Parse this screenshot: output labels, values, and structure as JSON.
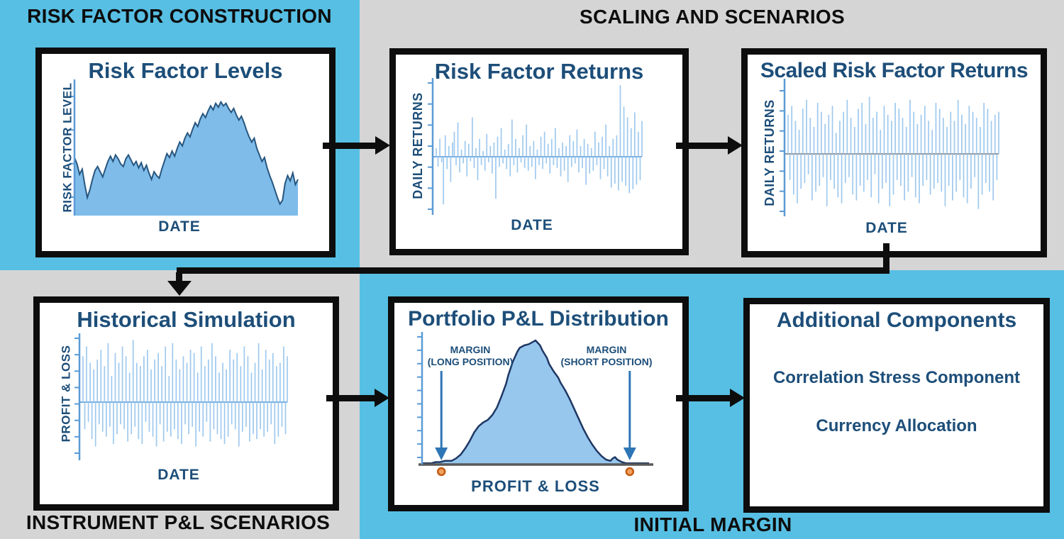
{
  "sections": {
    "top_left": "RISK FACTOR CONSTRUCTION",
    "top_right": "SCALING AND SCENARIOS",
    "bottom_left": "INSTRUMENT P&L SCENARIOS",
    "bottom_right": "INITIAL MARGIN"
  },
  "colors": {
    "background_cyan": "#57BFE3",
    "background_gray": "#D5D5D5",
    "panel_border": "#0D0D0D",
    "heading_text": "#0D0D0D",
    "panel_text_blue": "#1D4E79",
    "axis_blue": "#5B9BD5",
    "bar_blue": "#9FC9EE",
    "area_fill": "#7FBCEA",
    "area_stroke": "#27567F",
    "dist_fill": "#98C7EE",
    "dist_stroke": "#1F3864",
    "dist_xaxis_gray": "#595959",
    "margin_arrow_blue": "#2E75B6",
    "dot_orange_fill": "#F0A160",
    "dot_orange_ring": "#C55A11"
  },
  "panels": {
    "additional_components": {
      "title": "Additional Components",
      "items": [
        "Correlation Stress Component",
        "Currency Allocation"
      ]
    }
  },
  "chart_data": [
    {
      "id": "risk_factor_levels",
      "type": "area",
      "title": "Risk Factor Levels",
      "xlabel": "DATE",
      "ylabel": "RISK FACTOR LEVEL",
      "ylim": [
        0,
        100
      ],
      "grid": false,
      "values": [
        45,
        40,
        32,
        36,
        24,
        14,
        20,
        28,
        35,
        38,
        34,
        30,
        36,
        42,
        46,
        42,
        47,
        44,
        40,
        38,
        44,
        47,
        43,
        39,
        42,
        37,
        41,
        35,
        39,
        33,
        28,
        34,
        31,
        29,
        36,
        42,
        48,
        45,
        50,
        46,
        52,
        57,
        54,
        60,
        64,
        61,
        67,
        72,
        69,
        75,
        79,
        76,
        81,
        85,
        82,
        87,
        84,
        88,
        85,
        87,
        83,
        80,
        83,
        78,
        74,
        77,
        72,
        66,
        61,
        57,
        60,
        52,
        47,
        42,
        45,
        37,
        31,
        26,
        20,
        14,
        9,
        12,
        25,
        31,
        27,
        33,
        24,
        28
      ]
    },
    {
      "id": "risk_factor_returns",
      "type": "bars",
      "title": "Risk Factor Returns",
      "xlabel": "DATE",
      "ylabel": "DAILY RETURNS",
      "ylim": [
        -1.0,
        1.1
      ],
      "zero_line_color": "#6FA8DC",
      "values": [
        0.12,
        -0.18,
        0.25,
        -0.1,
        -0.85,
        0.3,
        -0.22,
        0.15,
        -0.45,
        0.2,
        0.35,
        -0.15,
        0.48,
        -0.28,
        0.1,
        -0.12,
        0.22,
        -0.35,
        0.18,
        -0.08,
        0.55,
        -0.2,
        0.12,
        -0.42,
        0.25,
        -0.15,
        0.08,
        -0.25,
        0.32,
        -0.1,
        0.15,
        -0.3,
        0.2,
        -0.75,
        0.28,
        -0.18,
        0.4,
        -0.12,
        0.1,
        -0.22,
        0.18,
        -0.35,
        0.52,
        -0.15,
        0.25,
        -0.28,
        0.12,
        -0.1,
        0.3,
        -0.2,
        0.45,
        -0.25,
        0.15,
        -0.18,
        0.22,
        -0.4,
        0.1,
        -0.15,
        0.28,
        -0.22,
        0.35,
        -0.12,
        0.18,
        -0.3,
        0.25,
        -0.15,
        0.4,
        -0.2,
        0.12,
        -0.35,
        0.2,
        -0.25,
        0.15,
        -0.45,
        0.3,
        -0.18,
        0.22,
        -0.12,
        0.38,
        -0.28,
        0.15,
        -0.2,
        0.25,
        -0.5,
        0.18,
        -0.3,
        0.12,
        -0.25,
        0.35,
        -0.15,
        0.2,
        -0.4,
        0.28,
        -0.22,
        0.45,
        -0.35,
        0.15,
        -0.55,
        0.25,
        -0.48,
        0.3,
        -0.6,
        1.0,
        -0.45,
        0.7,
        -0.52,
        0.55,
        -0.65,
        0.4,
        -0.58,
        0.62,
        -0.5,
        0.35,
        -0.42,
        0.5
      ]
    },
    {
      "id": "scaled_risk_factor_returns",
      "type": "bars",
      "title": "Scaled Risk Factor Returns",
      "xlabel": "DATE",
      "ylabel": "DAILY RETURNS",
      "ylim": [
        -1.05,
        1.05
      ],
      "zero_line_color": "#8F8F8F",
      "values": [
        0.65,
        -0.45,
        0.8,
        -0.7,
        0.55,
        -0.85,
        0.4,
        -0.6,
        0.75,
        -0.5,
        0.9,
        -0.35,
        0.6,
        -0.8,
        0.45,
        -0.65,
        0.85,
        -0.55,
        0.7,
        -0.4,
        0.5,
        -0.9,
        0.65,
        -0.45,
        0.8,
        -0.6,
        0.35,
        -0.75,
        0.55,
        -0.85,
        0.7,
        -0.5,
        0.9,
        -0.4,
        0.6,
        -0.7,
        0.45,
        -0.8,
        0.75,
        -0.55,
        0.85,
        -0.65,
        0.5,
        -0.45,
        0.95,
        -0.75,
        0.6,
        -0.35,
        0.7,
        -0.85,
        0.4,
        -0.6,
        0.8,
        -0.5,
        0.65,
        -0.9,
        0.55,
        -0.7,
        0.85,
        -0.45,
        0.75,
        -0.55,
        0.6,
        -0.8,
        0.45,
        -0.65,
        0.9,
        -0.4,
        0.7,
        -0.75,
        0.5,
        -0.85,
        0.65,
        -0.55,
        0.8,
        -0.45,
        0.55,
        -0.7,
        0.4,
        -0.6,
        0.85,
        -0.5,
        0.75,
        -0.65,
        0.6,
        -0.9,
        0.45,
        -0.55,
        0.7,
        -0.8,
        0.55,
        -0.65,
        0.9,
        -0.45,
        0.65,
        -0.75,
        0.5,
        -0.85,
        0.8,
        -0.6,
        0.7,
        -0.4,
        0.6,
        -0.95,
        0.45,
        -0.7,
        0.85,
        -0.5,
        0.75,
        -0.65,
        0.55,
        -0.8,
        0.65,
        -0.45,
        0.7
      ]
    },
    {
      "id": "historical_simulation",
      "type": "bars",
      "title": "Historical Simulation",
      "xlabel": "DATE",
      "ylabel": "PROFIT & LOSS",
      "ylim": [
        -1.05,
        1.05
      ],
      "zero_line_color": "#6FA8DC",
      "values": [
        0.7,
        -0.55,
        0.85,
        -0.4,
        0.6,
        -0.75,
        0.5,
        -0.9,
        0.65,
        -0.45,
        0.8,
        -0.6,
        0.55,
        -0.7,
        0.9,
        -0.5,
        0.4,
        -0.85,
        0.75,
        -0.65,
        0.6,
        -0.45,
        0.85,
        -0.55,
        0.7,
        -0.8,
        0.45,
        -0.65,
        0.95,
        -0.5,
        0.6,
        -0.75,
        0.55,
        -0.85,
        0.7,
        -0.4,
        0.8,
        -0.6,
        0.5,
        -0.7,
        0.65,
        -0.9,
        0.75,
        -0.45,
        0.55,
        -0.8,
        0.85,
        -0.6,
        0.4,
        -0.7,
        0.9,
        -0.55,
        0.65,
        -0.75,
        0.5,
        -0.85,
        0.7,
        -0.45,
        0.6,
        -0.65,
        0.8,
        -0.5,
        0.75,
        -0.9,
        0.45,
        -0.6,
        0.85,
        -0.7,
        0.55,
        -0.4,
        0.65,
        -0.8,
        0.9,
        -0.55,
        0.7,
        -0.65,
        0.45,
        -0.75,
        0.6,
        -0.85,
        0.5,
        -0.7,
        0.8,
        -0.45,
        0.65,
        -0.55,
        0.75,
        -0.9,
        0.55,
        -0.6,
        0.85,
        -0.5,
        0.7,
        -0.8,
        0.45,
        -0.65,
        0.6,
        -0.75,
        0.9,
        -0.55,
        0.5,
        -0.7,
        0.8,
        -0.6,
        0.65,
        -0.45,
        0.75,
        -0.85,
        0.55,
        -0.7,
        0.6,
        -0.5,
        0.85,
        -0.65,
        0.7
      ]
    },
    {
      "id": "pnl_distribution",
      "type": "distribution",
      "title": "Portfolio P&L Distribution",
      "xlabel": "PROFIT & LOSS",
      "ylabel": "",
      "ylim": [
        0,
        100
      ],
      "margin_x": [
        8.5,
        91.5
      ],
      "margin_long": [
        "MARGIN",
        "(LONG POSITION)"
      ],
      "margin_short": [
        "MARGIN",
        "(SHORT POSITION)"
      ],
      "points": [
        [
          0,
          1
        ],
        [
          4,
          1
        ],
        [
          6,
          2
        ],
        [
          8,
          2
        ],
        [
          10,
          3
        ],
        [
          13,
          3
        ],
        [
          15,
          5
        ],
        [
          17,
          8
        ],
        [
          19,
          13
        ],
        [
          21,
          19
        ],
        [
          23,
          26
        ],
        [
          25,
          31
        ],
        [
          27,
          34
        ],
        [
          29,
          36
        ],
        [
          31,
          40
        ],
        [
          33,
          46
        ],
        [
          35,
          55
        ],
        [
          37,
          65
        ],
        [
          38,
          72
        ],
        [
          40,
          83
        ],
        [
          42,
          91
        ],
        [
          43,
          94
        ],
        [
          45,
          96
        ],
        [
          47,
          97
        ],
        [
          49,
          99
        ],
        [
          50,
          100
        ],
        [
          52,
          96
        ],
        [
          53,
          92
        ],
        [
          55,
          86
        ],
        [
          56,
          81
        ],
        [
          58,
          75
        ],
        [
          60,
          70
        ],
        [
          61,
          66
        ],
        [
          63,
          60
        ],
        [
          65,
          53
        ],
        [
          67,
          45
        ],
        [
          69,
          37
        ],
        [
          71,
          29
        ],
        [
          73,
          22
        ],
        [
          75,
          16
        ],
        [
          77,
          11
        ],
        [
          79,
          7
        ],
        [
          81,
          4
        ],
        [
          83,
          3
        ],
        [
          84,
          5
        ],
        [
          85,
          6
        ],
        [
          86,
          4
        ],
        [
          88,
          2
        ],
        [
          90,
          1
        ],
        [
          93,
          1
        ],
        [
          100,
          1
        ]
      ]
    }
  ]
}
